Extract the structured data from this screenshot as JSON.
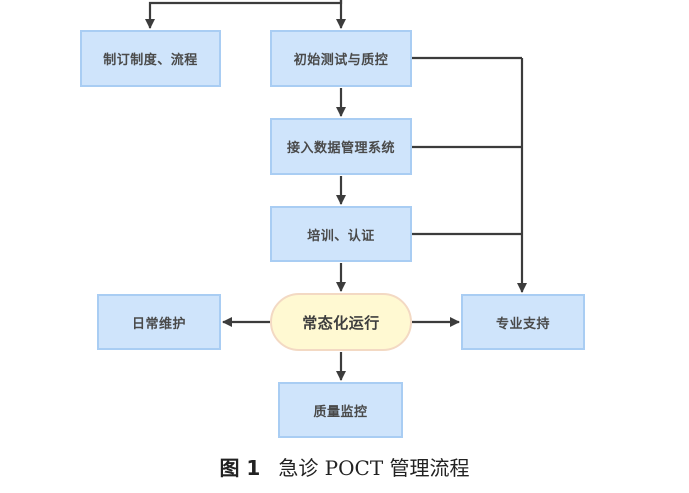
{
  "diagram": {
    "nodes": {
      "regulations": "制订制度、流程",
      "initial_test": "初始测试与质控",
      "data_system": "接入数据管理系统",
      "training": "培训、认证",
      "routine_operation": "常态化运行",
      "daily_maintenance": "日常维护",
      "professional_support": "专业支持",
      "quality_monitoring": "质量监控"
    },
    "edges": [
      {
        "from": "top",
        "to": "regulations"
      },
      {
        "from": "top",
        "to": "initial_test"
      },
      {
        "from": "initial_test",
        "to": "data_system"
      },
      {
        "from": "data_system",
        "to": "training"
      },
      {
        "from": "training",
        "to": "routine_operation"
      },
      {
        "from": "routine_operation",
        "to": "daily_maintenance"
      },
      {
        "from": "routine_operation",
        "to": "professional_support"
      },
      {
        "from": "routine_operation",
        "to": "quality_monitoring"
      },
      {
        "from": "initial_test",
        "to": "professional_support"
      },
      {
        "from": "data_system",
        "to": "professional_support"
      },
      {
        "from": "training",
        "to": "professional_support"
      }
    ],
    "colors": {
      "box_fill": "#cfe4fb",
      "box_border": "#a9cdf3",
      "pill_fill": "#fff9d2",
      "pill_border": "#f3d9c3",
      "line": "#3c3c3c"
    }
  },
  "caption": {
    "figure_label": "图 1",
    "title": "急诊 POCT 管理流程"
  }
}
